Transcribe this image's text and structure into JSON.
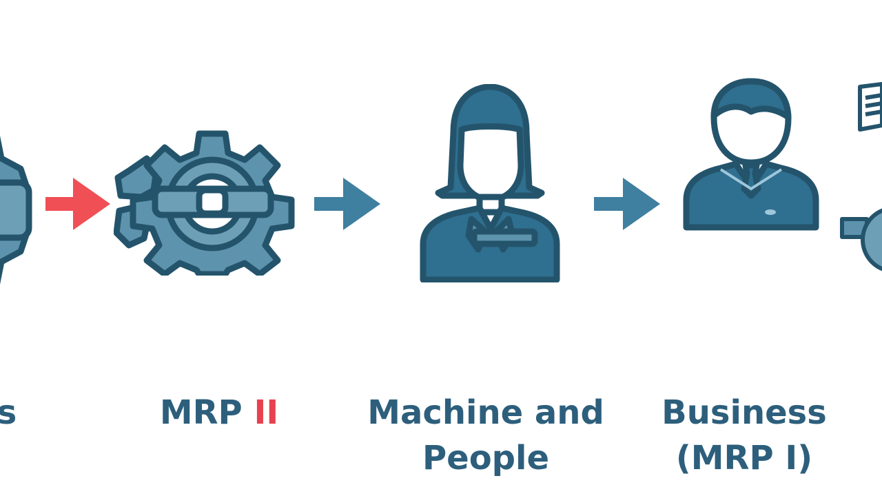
{
  "colors": {
    "primary": "#2f6f8f",
    "outline": "#24546c",
    "light_fill": "#5e93ad",
    "accent_arrow": "#ef4f55",
    "blue_arrow": "#3f7fa0",
    "label_text": "#2d5f7c",
    "label_accent": "#e8414f"
  },
  "steps": [
    {
      "icon": "gear-icon",
      "label_lines": [
        "s"
      ]
    },
    {
      "icon": "gear-icon",
      "label_main": "MRP ",
      "label_accent": "II"
    },
    {
      "icon": "woman-avatar-icon",
      "label_lines": [
        "Machine and",
        "People"
      ]
    },
    {
      "icon": "man-avatar-icon",
      "label_lines": [
        "Business",
        "(MRP I)"
      ]
    },
    {
      "icon": "document-icon",
      "label_lines": []
    }
  ],
  "arrows": [
    {
      "icon": "arrow-right-icon",
      "color": "accent"
    },
    {
      "icon": "arrow-right-icon",
      "color": "blue"
    },
    {
      "icon": "arrow-right-icon",
      "color": "blue"
    }
  ]
}
